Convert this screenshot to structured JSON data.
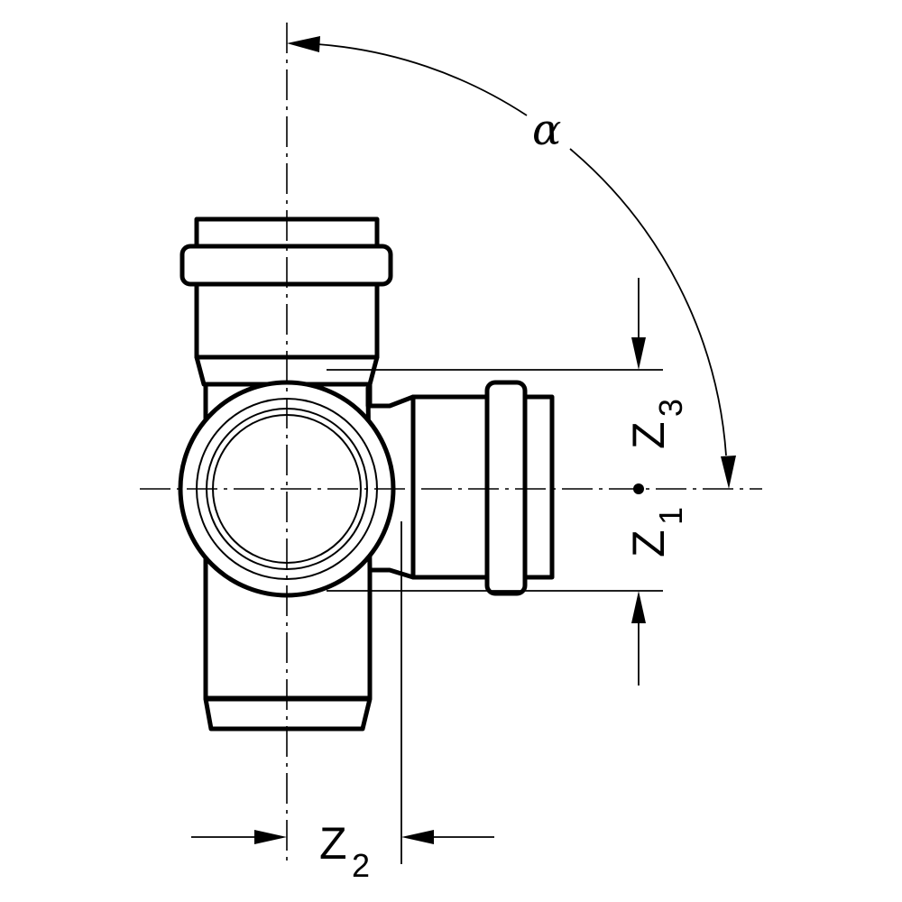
{
  "labels": {
    "alpha": "α",
    "z1": {
      "main": "Z",
      "sub": "1"
    },
    "z2": {
      "main": "Z",
      "sub": "2"
    },
    "z3": {
      "main": "Z",
      "sub": "3"
    }
  },
  "colors": {
    "ink": "#000000",
    "paper": "#ffffff"
  }
}
